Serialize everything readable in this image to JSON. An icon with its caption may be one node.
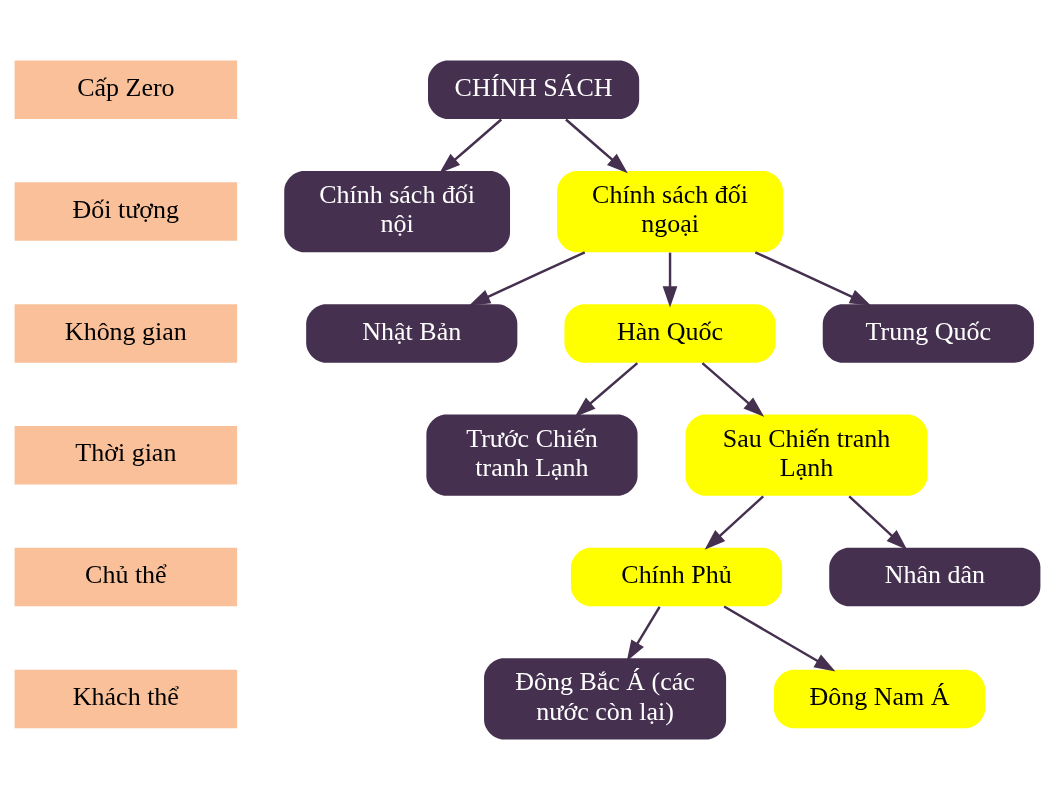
{
  "diagram": {
    "nodes": [
      {
        "text": [
          "Cấp Zero"
        ]
      },
      {
        "text": [
          "CHÍNH SÁCH"
        ]
      },
      {
        "text": [
          "Đối tượng"
        ]
      },
      {
        "text": [
          "Chính sách đối nội"
        ]
      },
      {
        "text": [
          "Chính sách đối ngoại"
        ]
      },
      {
        "text": [
          "Không gian"
        ]
      },
      {
        "text": [
          "Nhật Bản"
        ]
      },
      {
        "text": [
          "Hàn Quốc"
        ]
      },
      {
        "text": [
          "Trung Quốc"
        ]
      },
      {
        "text": [
          "Thời gian"
        ]
      },
      {
        "text": [
          "Trước Chiến tranh Lạnh"
        ]
      },
      {
        "text": [
          "Sau Chiến tranh Lạnh"
        ]
      },
      {
        "text": [
          "Chủ thể"
        ]
      },
      {
        "text": [
          "Chính Phủ"
        ]
      },
      {
        "text": [
          "Nhân dân"
        ]
      },
      {
        "text": [
          "Khách thể"
        ]
      },
      {
        "text": [
          "Đông Bắc Á (các nước còn lại)"
        ]
      },
      {
        "text": [
          "Đông Nam Á"
        ]
      }
    ],
    "edges": [
      {
        "from": 1,
        "to": 3,
        "arrow": "to"
      },
      {
        "from": 1,
        "to": 4,
        "arrow": "to"
      },
      {
        "from": 4,
        "to": 6,
        "arrow": "to"
      },
      {
        "from": 4,
        "to": 7,
        "arrow": "to"
      },
      {
        "from": 4,
        "to": 8,
        "arrow": "to"
      },
      {
        "from": 7,
        "to": 10,
        "arrow": "to"
      },
      {
        "from": 7,
        "to": 11,
        "arrow": "to"
      },
      {
        "from": 11,
        "to": 13,
        "arrow": "to"
      },
      {
        "from": 11,
        "to": 14,
        "arrow": "to"
      },
      {
        "from": 13,
        "to": 16,
        "arrow": "to"
      },
      {
        "from": 13,
        "to": 17,
        "arrow": "to"
      }
    ]
  }
}
